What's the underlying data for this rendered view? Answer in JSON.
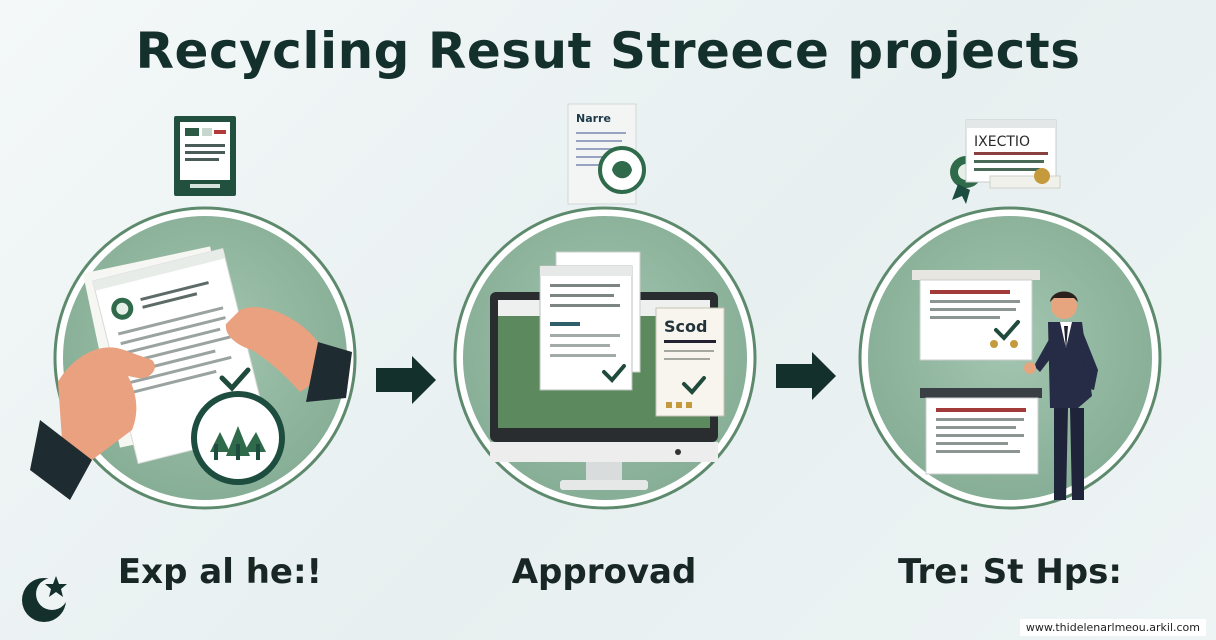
{
  "title": "Recycling Resut Streece projects",
  "steps": [
    {
      "label": "Exp al he:!",
      "icon": "document-certificate-icon",
      "scene": "hands-holding-document"
    },
    {
      "label": "Approvad",
      "icon": "document-seal-icon",
      "scene": "computer-with-documents",
      "card_text": "Scod",
      "top_doc_text": "Narre"
    },
    {
      "label": "Tre: St Hps:",
      "icon": "certificate-ribbon-icon",
      "scene": "man-presenting-boards",
      "top_doc_text": "IXECTIO"
    }
  ],
  "arrows": [
    "arrow-right",
    "arrow-right"
  ],
  "colors": {
    "circle_fill": "#8eb69f",
    "circle_ring": "#5d8a6c",
    "dark": "#14302d",
    "check": "#1f4a3c",
    "accent_red": "#b23a3a"
  },
  "watermark": "www.thidelenarlmeou.arkil.com"
}
